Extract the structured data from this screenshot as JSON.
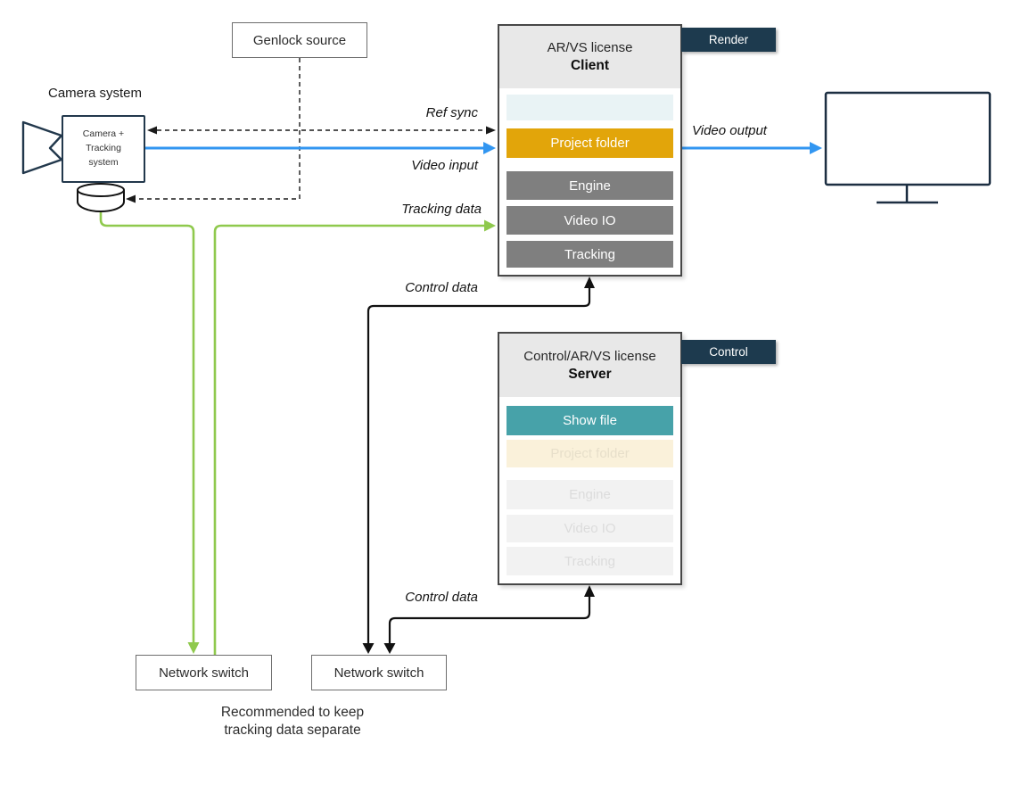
{
  "diagram": {
    "camera": {
      "title": "Camera system",
      "unit_line1": "Camera +",
      "unit_line2": "Tracking",
      "unit_line3": "system"
    },
    "genlock": {
      "label": "Genlock source"
    },
    "client": {
      "license": "AR/VS license",
      "role": "Client",
      "tag": "Render",
      "rows": [
        {
          "label": "",
          "state": "inactive-teal"
        },
        {
          "label": "Project folder",
          "state": "active-orange"
        },
        {
          "label": "Engine",
          "state": "active-gray"
        },
        {
          "label": "Video IO",
          "state": "active-gray"
        },
        {
          "label": "Tracking",
          "state": "active-gray"
        }
      ]
    },
    "server": {
      "license": "Control/AR/VS license",
      "role": "Server",
      "tag": "Control",
      "rows": [
        {
          "label": "Show file",
          "state": "active-teal"
        },
        {
          "label": "Project folder",
          "state": "inactive-cream"
        },
        {
          "label": "Engine",
          "state": "inactive-gray"
        },
        {
          "label": "Video IO",
          "state": "inactive-gray"
        },
        {
          "label": "Tracking",
          "state": "inactive-gray"
        }
      ]
    },
    "switches": {
      "left": "Network switch",
      "right": "Network switch"
    },
    "connections": {
      "ref_sync": "Ref sync",
      "video_input": "Video input",
      "tracking_data": "Tracking data",
      "video_output": "Video output",
      "control_data_client": "Control data",
      "control_data_server": "Control data"
    },
    "note": {
      "line1": "Recommended to keep",
      "line2": "tracking data separate"
    },
    "icons": {
      "camera": "camera-icon",
      "tracking_sensor": "tracking-sensor-icon",
      "monitor": "monitor-icon"
    },
    "colors": {
      "video_blue": "#3296f1",
      "tracking_green": "#8fc94d",
      "control_black": "#111111",
      "active_orange": "#e2a50a",
      "active_teal": "#47a2a9",
      "module_gray": "#7f7f7f",
      "faded_teal": "#e9f3f5",
      "faded_cream": "#faf1da",
      "faded_gray": "#f2f2f2",
      "header_gray": "#e8e8e8",
      "tag_navy": "#1d3a4e",
      "outline_navy": "#22384c"
    }
  }
}
